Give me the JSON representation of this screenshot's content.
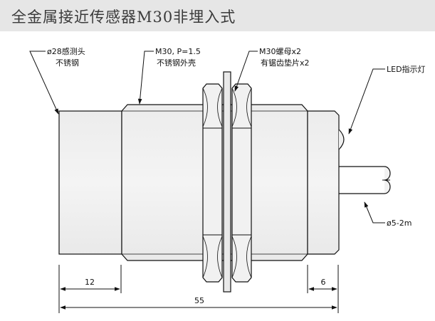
{
  "title": "全金属接近传感器M30非埋入式",
  "callouts": {
    "head_size": "ø28感测头",
    "head_material": "不锈钢",
    "thread": "M30, P=1.5",
    "shell_material": "不锈钢外壳",
    "nut": "M30螺母x2",
    "washer": "有锯齿垫片x2",
    "led": "LED指示灯",
    "cable": "ø5-2m"
  },
  "dimensions": {
    "head_length": "12",
    "rear_length": "6",
    "total_length": "55"
  },
  "colors": {
    "body_fill": "#efefef",
    "line": "#111111",
    "title_bar": "#e6e6e6"
  }
}
